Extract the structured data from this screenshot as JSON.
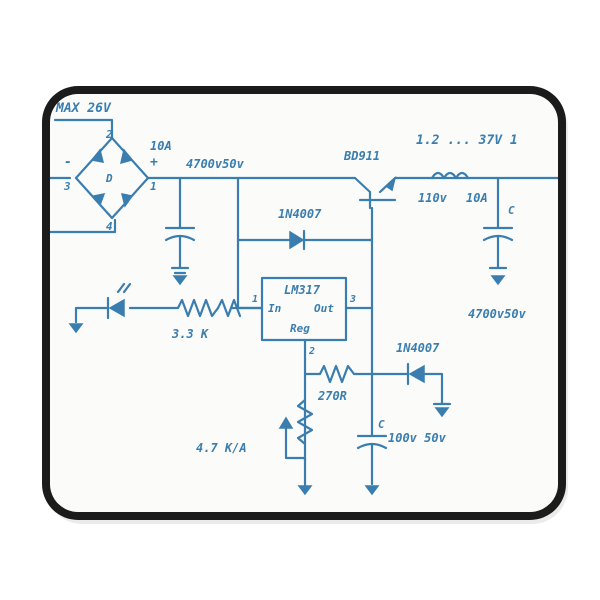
{
  "colors": {
    "ink": "#3a7eb0",
    "mat_border": "#1b1b1b",
    "mat_surface": "#fbfbf9",
    "background": "#ffffff"
  },
  "labels": {
    "max_voltage": "MAX 26V",
    "bridge_pin_2": "2",
    "bridge_pin_3": "3",
    "bridge_pin_1": "1",
    "bridge_pin_4": "4",
    "bridge_minus": "-",
    "bridge_plus": "+",
    "bridge_d": "D",
    "bridge_rating": "10A",
    "cap_in": "4700v50v",
    "transistor": "BD911",
    "output_range": "1.2 ... 37V 1",
    "out_110v": "110v",
    "out_10a": "10A",
    "out_c": "C",
    "out_cap": "4700v50v",
    "diode_top": "1N4007",
    "regulator": "LM317",
    "reg_in": "In",
    "reg_out": "Out",
    "reg_adj": "Reg",
    "reg_pin_1": "1",
    "reg_pin_2": "2",
    "reg_pin_3": "3",
    "resistor_led": "3.3 K",
    "resistor_270": "270R",
    "diode_right": "1N4007",
    "cap_mid_c": "C",
    "cap_mid": "100v 50v",
    "pot": "4.7 K/A"
  }
}
